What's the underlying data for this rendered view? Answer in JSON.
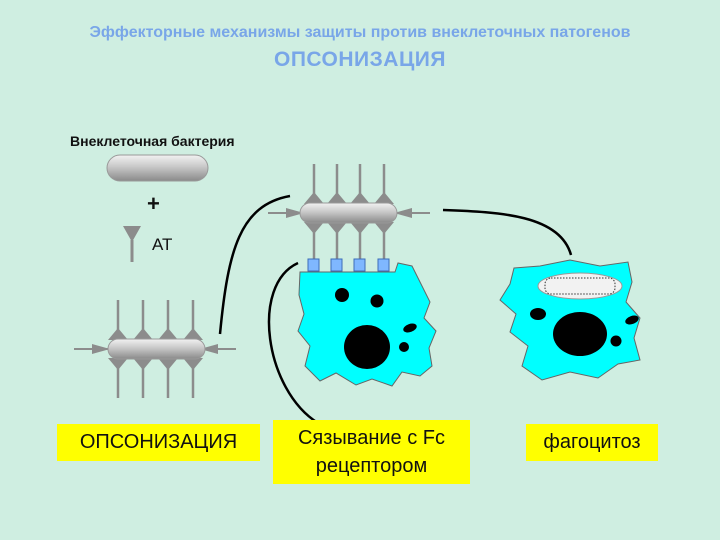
{
  "header": {
    "title": "Эффекторные механизмы защиты против внеклеточных патогенов",
    "subtitle": "ОПСОНИЗАЦИЯ"
  },
  "labels": {
    "bacterium": "Внеклеточная бактерия",
    "plus": "+",
    "antibody": "АТ"
  },
  "steps": {
    "opsonization": "ОПСОНИЗАЦИЯ",
    "fc_binding": "Сязывание с Fc рецептором",
    "phagocytosis": "фагоцитоз"
  },
  "colors": {
    "background": "#cfeee1",
    "title": "#79a6e8",
    "cell": "#00ffff",
    "label_box": "#ffff00",
    "receptor": "#7fb7ff",
    "antibody": "#8c8c8c"
  }
}
